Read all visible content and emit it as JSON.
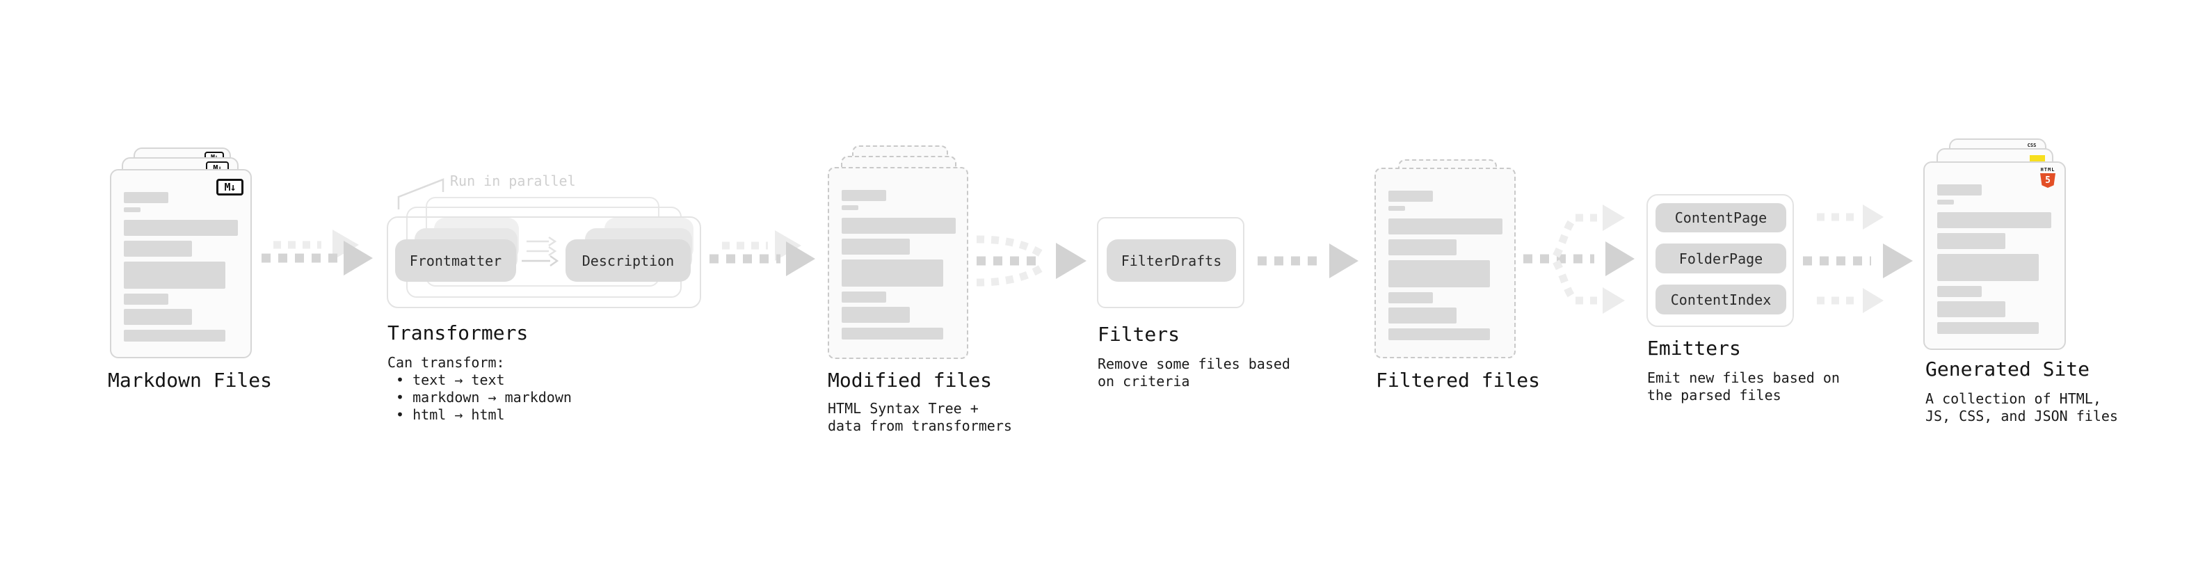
{
  "diagram": {
    "markdown_files": {
      "label": "Markdown Files",
      "badge": "M↓"
    },
    "transformers": {
      "note": "Run in parallel",
      "buttons": [
        "Frontmatter",
        "Description"
      ],
      "label": "Transformers",
      "details": [
        "Can transform:",
        " • text → text",
        " • markdown → markdown",
        " • html → html"
      ]
    },
    "modified_files": {
      "label": "Modified files",
      "details": [
        "HTML Syntax Tree +",
        "data from transformers"
      ]
    },
    "filters": {
      "buttons": [
        "FilterDrafts"
      ],
      "label": "Filters",
      "details": [
        "Remove some files based",
        "on criteria"
      ]
    },
    "filtered_files": {
      "label": "Filtered files"
    },
    "emitters": {
      "buttons": [
        "ContentPage",
        "FolderPage",
        "ContentIndex"
      ],
      "label": "Emitters",
      "details": [
        "Emit new files based on",
        "the parsed files"
      ]
    },
    "generated_site": {
      "label": "Generated Site",
      "details": [
        "A collection of HTML,",
        "JS, CSS, and JSON files"
      ],
      "badges": {
        "css_label": "CSS",
        "html_label": "HTML",
        "html_five": "5"
      }
    }
  },
  "brand_colors": {
    "html5_orange": "#e34f26",
    "js_yellow": "#f7df1e",
    "css_blue": "#2965f1"
  }
}
